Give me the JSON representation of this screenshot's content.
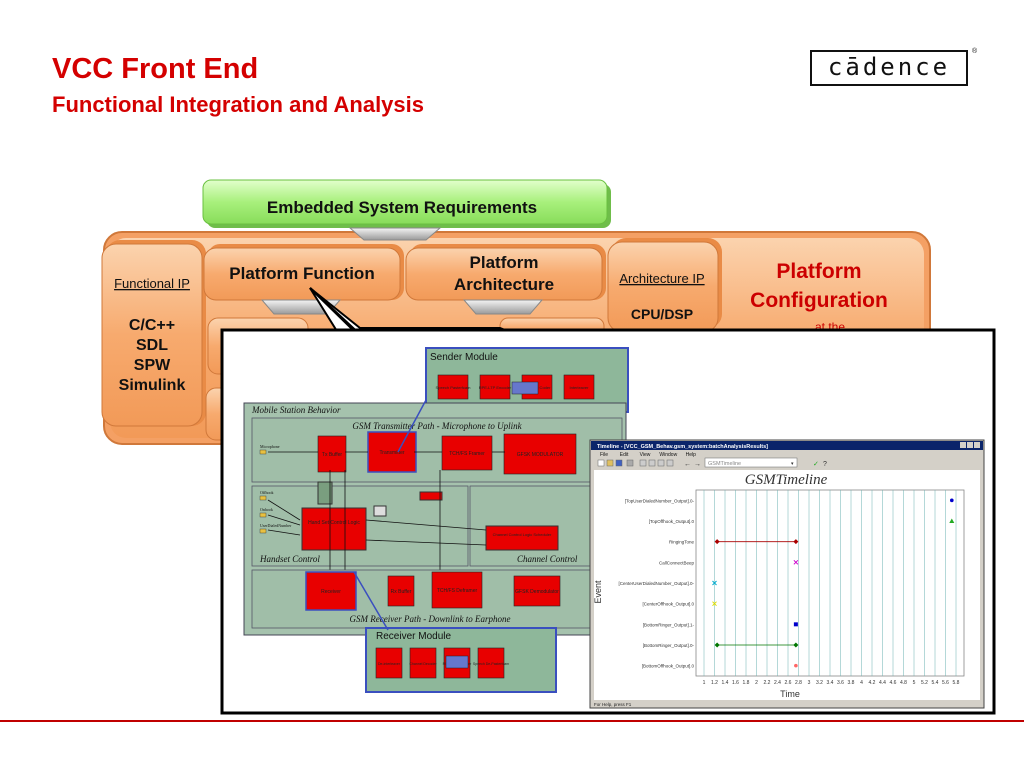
{
  "slide": {
    "title": "VCC Front End",
    "subtitle": "Functional Integration and Analysis",
    "logo_text": "cādence",
    "logo_reg": "®"
  },
  "diagram": {
    "top_box": "Embedded System Requirements",
    "functional_ip": {
      "heading": "Functional IP",
      "items": [
        "C/C++",
        "SDL",
        "SPW",
        "Simulink"
      ]
    },
    "platform_function": "Platform Function",
    "platform_architecture": [
      "Platform",
      "Architecture"
    ],
    "architecture_ip": {
      "heading": "Architecture IP",
      "items": [
        "CPU/DSP"
      ]
    },
    "platform_configuration": [
      "Platform",
      "Configuration"
    ],
    "platform_configuration_sub": "at the"
  },
  "schematic": {
    "sender_module": "Sender Module",
    "sender_blocks": [
      "Speech Pasterfcam",
      "RPE-LTP Encoder",
      "Channel Coder",
      "Interleaver"
    ],
    "mobile_station": "Mobile Station Behavior",
    "tx_path": "GSM Transmitter Path - Microphone to Uplink",
    "tx_blocks": [
      "Tx Buffer",
      "Transmitter",
      "TCH/FS Framer",
      "GFSK MODULATOR"
    ],
    "handset_control": "Handset Control",
    "handset_block": "Hand Set Control Logic",
    "channel_control": "Channel Control",
    "channel_block": "Channel Control Logic Scheduler",
    "rx_blocks": [
      "Receiver",
      "Rx Buffer",
      "TCH/FS Deframer",
      "GFSK Demodulator"
    ],
    "rx_path": "GSM Receiver Path - Downlink to Earphone",
    "receiver_module": "Receiver Module",
    "receiver_blocks": [
      "De-interleaver",
      "Channel Decoder",
      "RPE-LTP Decoder",
      "Speech De-Pasterfcam"
    ],
    "side_labels": [
      "Microphone",
      "Offhook",
      "Onhook",
      "UserDialedNumber",
      "Earphone"
    ]
  },
  "timeline": {
    "window_title": "Timeline - [VCC_GSM_Behav.gsm_system:batchAnalysisResults]",
    "menu": [
      "File",
      "Edit",
      "View",
      "Window",
      "Help"
    ],
    "dropdown": "GSMTimeline",
    "chart_title": "GSMTimeline",
    "ylabel": "Event",
    "xlabel": "Time",
    "status": "For Help, press F1"
  },
  "chart_data": {
    "type": "scatter",
    "title": "GSMTimeline",
    "xlabel": "Time",
    "ylabel": "Event",
    "xticks": [
      "1",
      "1.2",
      "1.4",
      "1.6",
      "1.8",
      "2",
      "2.2",
      "2.4",
      "2.6",
      "2.8",
      "3",
      "3.2",
      "3.4",
      "3.6",
      "3.8",
      "4",
      "4.2",
      "4.4",
      "4.6",
      "4.8",
      "5",
      "5.2",
      "5.4",
      "5.6",
      "5.8"
    ],
    "xlim": [
      1,
      5.8
    ],
    "grid": true,
    "events": [
      "[TopUserDialedNumber_Output].0-",
      "[TopOffhook_Output].0",
      "RingingTone",
      "CallConnectBeep",
      "[CenterUserDialedNumber_Output].0-",
      "[CenterOffhook_Output].0",
      "[BottomRinger_Output].1-",
      "[BottomRinger_Output].0-",
      "[BottomOffhook_Output].0"
    ],
    "series": [
      {
        "event": 0,
        "points": [
          5.72
        ],
        "color": "#0000cc",
        "marker": "dot"
      },
      {
        "event": 1,
        "points": [
          5.72
        ],
        "color": "#22aa22",
        "marker": "triangle"
      },
      {
        "event": 2,
        "points": [
          1.25,
          2.75
        ],
        "color": "#aa0000",
        "marker": "diamond",
        "connected": true
      },
      {
        "event": 3,
        "points": [
          2.75
        ],
        "color": "#cc00cc",
        "marker": "x"
      },
      {
        "event": 4,
        "points": [
          1.2
        ],
        "color": "#00aacc",
        "marker": "x"
      },
      {
        "event": 5,
        "points": [
          1.2
        ],
        "color": "#dddd00",
        "marker": "x"
      },
      {
        "event": 6,
        "points": [
          2.75
        ],
        "color": "#0000cc",
        "marker": "square"
      },
      {
        "event": 7,
        "points": [
          1.25,
          2.75
        ],
        "color": "#007700",
        "marker": "diamond",
        "connected": true
      },
      {
        "event": 8,
        "points": [
          2.75
        ],
        "color": "#ff6666",
        "marker": "dot"
      }
    ]
  },
  "colors": {
    "title_red": "#d40000",
    "orange": "#f6a668",
    "green": "#a6f07f",
    "schematic_green": "#8eb79a",
    "block_red": "#e80000"
  }
}
